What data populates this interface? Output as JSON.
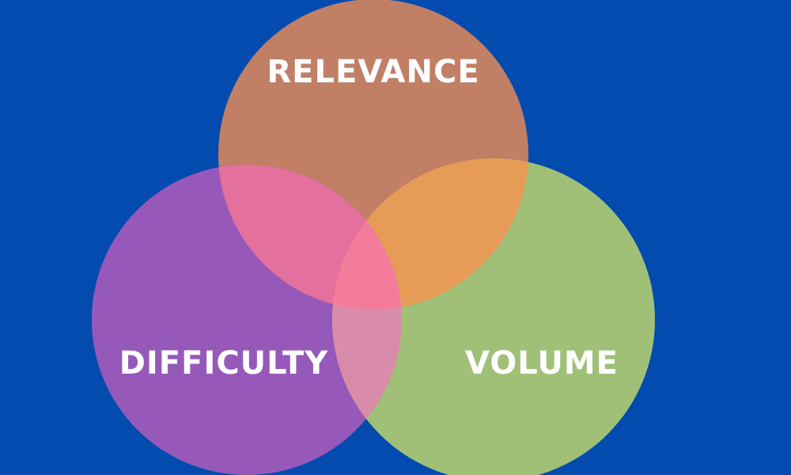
{
  "background_color": "#034BAE",
  "venn": {
    "sets": [
      {
        "id": "relevance",
        "label": "RELEVANCE",
        "color": "#C17F66"
      },
      {
        "id": "difficulty",
        "label": "DIFFICULTY",
        "color": "#9659BA"
      },
      {
        "id": "volume",
        "label": "VOLUME",
        "color": "#A0C077"
      }
    ],
    "intersections": [
      {
        "sets": [
          "relevance",
          "difficulty"
        ],
        "color": "#E4709E"
      },
      {
        "sets": [
          "relevance",
          "volume"
        ],
        "color": "#E69C57"
      },
      {
        "sets": [
          "difficulty",
          "volume"
        ],
        "color": "#D88CAA"
      },
      {
        "sets": [
          "relevance",
          "difficulty",
          "volume"
        ],
        "color": "#F47C9B"
      }
    ]
  }
}
